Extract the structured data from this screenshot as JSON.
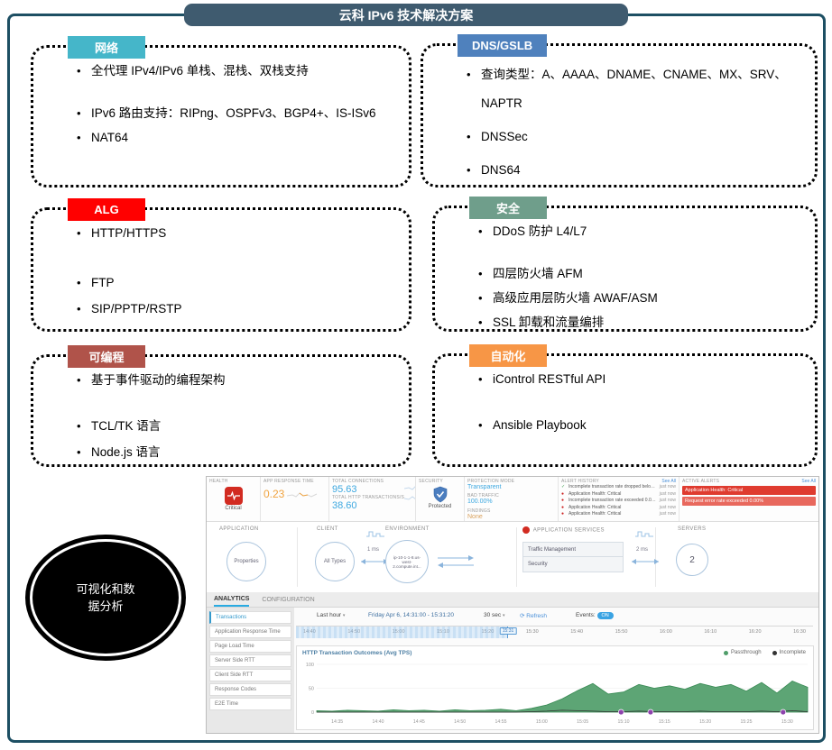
{
  "page": {
    "title": "云科 IPv6 技术解决方案"
  },
  "icons": {
    "caret_down": "▾",
    "refresh": "⟳"
  },
  "feature_boxes": [
    {
      "label": "网络",
      "color": "#45b6c9",
      "bullets": [
        "全代理 IPv4/IPv6 单栈、混栈、双栈支持",
        "IPv6 路由支持：RIPng、OSPFv3、BGP4+、IS-ISv6",
        "NAT64"
      ]
    },
    {
      "label": "DNS/GSLB",
      "color": "#4f81bd",
      "bullets": [
        "查询类型：A、AAAA、DNAME、CNAME、MX、SRV、NAPTR",
        "DNSSec",
        "DNS64"
      ]
    },
    {
      "label": "ALG",
      "color": "#ff0000",
      "bullets": [
        "HTTP/HTTPS",
        "FTP",
        "SIP/PPTP/RSTP"
      ]
    },
    {
      "label": "安全",
      "color": "#6f9e8b",
      "bullets": [
        "DDoS 防护 L4/L7",
        "四层防火墙 AFM",
        "高级应用层防火墙 AWAF/ASM",
        "SSL 卸载和流量编排"
      ]
    },
    {
      "label": "可编程",
      "color": "#b0534a",
      "bullets": [
        "基于事件驱动的编程架构",
        "TCL/TK 语言",
        "Node.js 语言"
      ]
    },
    {
      "label": "自动化",
      "color": "#f79646",
      "bullets": [
        "iControl RESTful API",
        "Ansible Playbook"
      ]
    }
  ],
  "callout": {
    "text": "可视化和数据分析"
  },
  "dashboard": {
    "health": {
      "label": "HEALTH",
      "status": "Critical"
    },
    "metrics": {
      "response": {
        "label": "APP RESPONSE TIME",
        "value": "0.23"
      },
      "connections": {
        "label": "TOTAL CONNECTIONS",
        "value": "95.63"
      },
      "transactions": {
        "label": "TOTAL HTTP TRANSACTIONS/S",
        "value": "38.60"
      }
    },
    "security": {
      "label": "SECURITY",
      "status": "Protected"
    },
    "protection": {
      "mode_label": "PROTECTION MODE",
      "mode": "Transparent",
      "bad_traffic_label": "BAD TRAFFIC",
      "bad_traffic": "100.00%",
      "findings_label": "FINDINGS",
      "findings": "None"
    },
    "alert_history": {
      "label": "ALERT HISTORY",
      "see_all": "See All",
      "items": [
        {
          "glyph": "✓",
          "color": "#3c9e4e",
          "text": "Incomplete transaction rate dropped below 0...",
          "time": "just now"
        },
        {
          "glyph": "●",
          "color": "#cc2222",
          "text": "Application Health: Critical",
          "time": "just now"
        },
        {
          "glyph": "●",
          "color": "#cc2222",
          "text": "Incomplete transaction rate exceeded 0.01%",
          "time": "just now"
        },
        {
          "glyph": "●",
          "color": "#cc2222",
          "text": "Application Health: Critical",
          "time": "just now"
        },
        {
          "glyph": "●",
          "color": "#cc2222",
          "text": "Application Health: Critical",
          "time": "just now"
        }
      ]
    },
    "active_alerts": {
      "label": "ACTIVE ALERTS",
      "see_all": "See All",
      "items": [
        {
          "text": "Application Health: Critical",
          "color": "#df3b2f"
        },
        {
          "text": "Request error rate exceeded 0.00%",
          "color": "#e8685d"
        }
      ]
    },
    "topology": {
      "application_label": "APPLICATION",
      "application_node": "Properties",
      "client_label": "CLIENT",
      "client_node": "All Types",
      "latency1": "1 ms",
      "environment_label": "ENVIRONMENT",
      "environment_node": "ip-10-1-1-8.us-west-2.compute.int...",
      "services_label": "APPLICATION SERVICES",
      "services": [
        "Traffic Management",
        "Security"
      ],
      "latency2": "2 ms",
      "servers_label": "SERVERS",
      "servers_node": "2"
    },
    "tabs": [
      {
        "label": "ANALYTICS"
      },
      {
        "label": "CONFIGURATION"
      }
    ],
    "sidebar": [
      "Transactions",
      "Application Response Time",
      "Page Load Time",
      "Server Side RTT",
      "Client Side RTT",
      "Response Codes",
      "E2E Time"
    ],
    "controls": {
      "range": "Last hour",
      "date": "Friday Apr 6, 14:31:00 - 15:31:20",
      "interval": "30 sec",
      "refresh": "Refresh",
      "events_label": "Events:",
      "events_state": "ON",
      "selection_end": "15:31"
    },
    "timeline_ticks": [
      "14:40",
      "14:50",
      "15:00",
      "15:10",
      "15:20",
      "15:30",
      "15:40",
      "15:50",
      "16:00",
      "16:10",
      "16:20",
      "16:30"
    ]
  },
  "chart_data": {
    "type": "area",
    "title": "HTTP Transaction Outcomes (Avg TPS)",
    "x": [
      "14:35",
      "14:40",
      "14:45",
      "14:50",
      "14:55",
      "15:00",
      "15:05",
      "15:10",
      "15:15",
      "15:20",
      "15:25",
      "15:30"
    ],
    "series": [
      {
        "name": "Passthrough",
        "color": "#4f9d69",
        "stroke": "#388a54",
        "values": [
          3,
          2,
          4,
          3,
          2,
          5,
          3,
          4,
          2,
          5,
          3,
          4,
          6,
          3,
          8,
          15,
          28,
          45,
          60,
          38,
          42,
          58,
          50,
          55,
          48,
          60,
          52,
          58,
          44,
          62,
          40,
          65,
          52
        ]
      },
      {
        "name": "Incomplete",
        "color": "#333333",
        "values": [
          0,
          0,
          0,
          0,
          0,
          0,
          0,
          0,
          0,
          0,
          0,
          0,
          0,
          0,
          1,
          2,
          4,
          3,
          2,
          1,
          1,
          2,
          1,
          1,
          1,
          2,
          1,
          1,
          1,
          2,
          1,
          3,
          1
        ]
      }
    ],
    "ylim": [
      0,
      100
    ],
    "yticks": [
      0,
      50,
      100
    ],
    "legend_position": "top-right",
    "event_markers": [
      0.62,
      0.68,
      0.95
    ]
  }
}
